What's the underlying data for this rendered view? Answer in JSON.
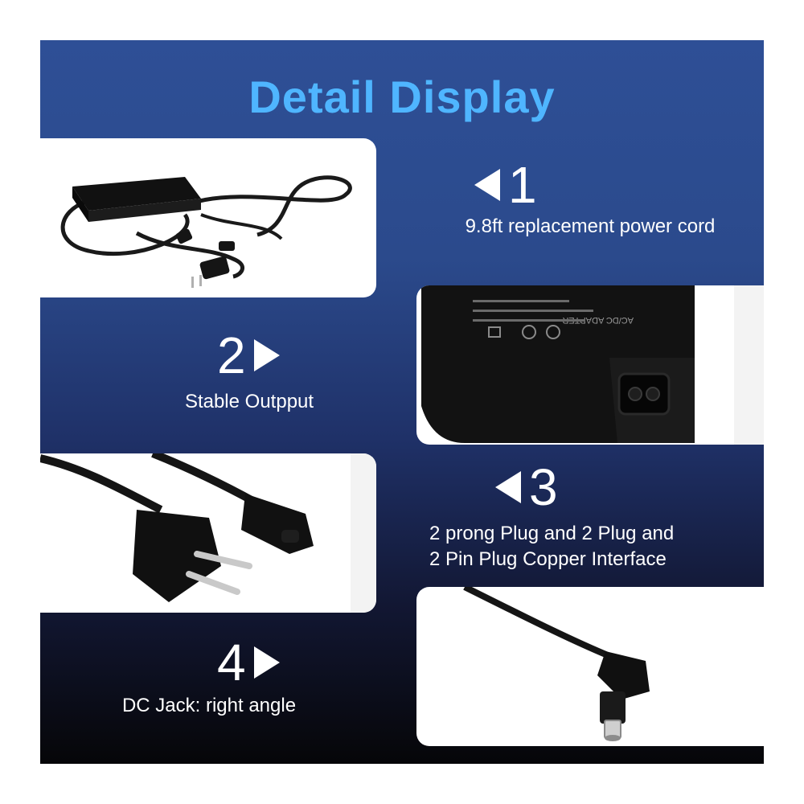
{
  "title": "Detail Display",
  "features": [
    {
      "number": "1",
      "caption": "9.8ft replacement power cord"
    },
    {
      "number": "2",
      "caption": "Stable Outpput"
    },
    {
      "number": "3",
      "caption_lines": [
        "2 prong Plug and 2 Plug and",
        "2 Pin Plug Copper Interface"
      ]
    },
    {
      "number": "4",
      "caption": "DC Jack: right angle"
    }
  ],
  "adapter_labels": {
    "brand": "AC/DC ADAPTER"
  },
  "colors": {
    "title": "#4fb5ff",
    "panel_top": "#2e4f96",
    "panel_bottom": "#060608",
    "text": "#ffffff",
    "product": "#141414"
  }
}
